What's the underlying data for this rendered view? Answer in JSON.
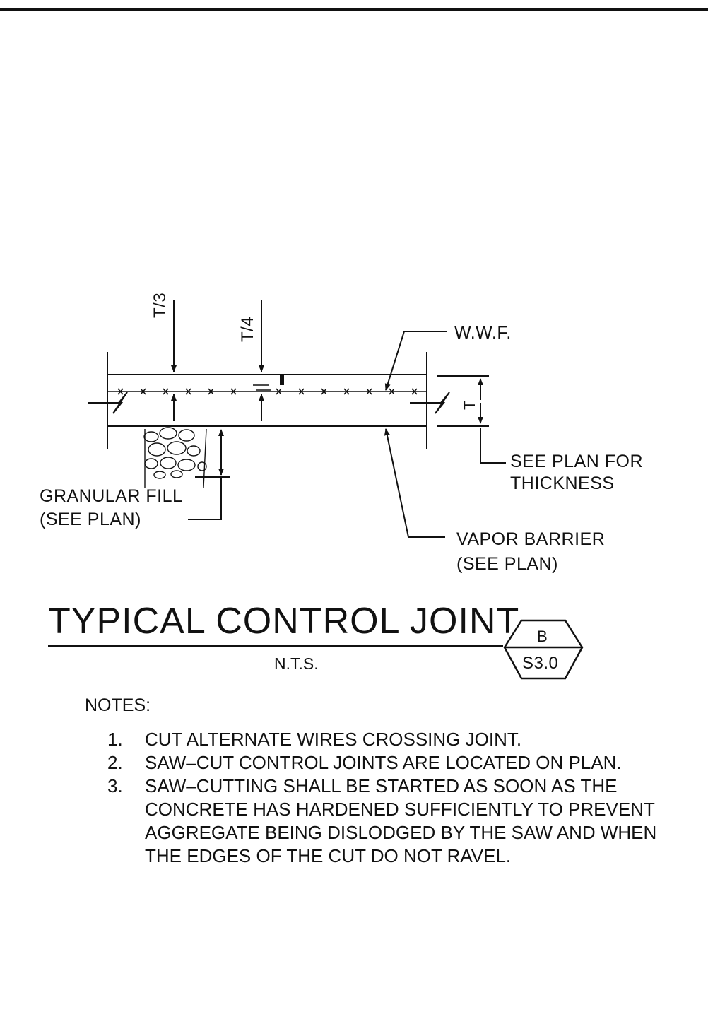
{
  "labels": {
    "dim_t3": "T/3",
    "dim_t4": "T/4",
    "wwf": "W.W.F.",
    "thickness_dim": "T",
    "see_plan_line1": "SEE PLAN FOR",
    "see_plan_line2": "THICKNESS",
    "granular_line1": "GRANULAR FILL",
    "granular_line2": "(SEE PLAN)",
    "vapor_line1": "VAPOR BARRIER",
    "vapor_line2": "(SEE PLAN)"
  },
  "title": {
    "text": "TYPICAL CONTROL JOINT",
    "scale": "N.T.S."
  },
  "detail_tag": {
    "detail": "B",
    "sheet": "S3.0"
  },
  "notes": {
    "heading": "NOTES:",
    "items": [
      {
        "num": "1.",
        "text": "CUT ALTERNATE WIRES CROSSING JOINT."
      },
      {
        "num": "2.",
        "text": "SAW–CUT CONTROL JOINTS ARE LOCATED ON PLAN."
      },
      {
        "num": "3.",
        "text": "SAW–CUTTING SHALL BE STARTED AS SOON AS THE\nCONCRETE HAS HARDENED SUFFICIENTLY TO PREVENT\nAGGREGATE BEING DISLODGED BY THE SAW AND WHEN\nTHE EDGES OF THE CUT DO NOT RAVEL."
      }
    ]
  },
  "colors": {
    "ink": "#111111",
    "paper": "#ffffff"
  }
}
